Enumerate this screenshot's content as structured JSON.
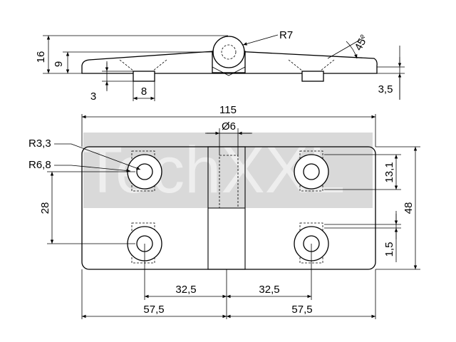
{
  "drawing": {
    "watermark": "TechXXL",
    "side_view": {
      "height_total": "16",
      "height_body": "9",
      "countersink_depth": "3",
      "boss_width": "8",
      "knuckle_radius": "R7",
      "countersink_angle": "45°",
      "edge_thickness": "3,5"
    },
    "top_view": {
      "overall_length": "115",
      "pin_diameter": "Ø6",
      "hole_radius": "R3,3",
      "countersink_radius": "R6,8",
      "vertical_hole_spacing": "28",
      "hole_offset_top": "13,1",
      "overall_width": "48",
      "hole_offset_bottom": "1,5",
      "half_spacing_left": "32,5",
      "half_spacing_right": "32,5",
      "half_length_left": "57,5",
      "half_length_right": "57,5"
    },
    "colors": {
      "line": "#000000",
      "watermark_band": "#d9d9d9",
      "background": "#ffffff"
    }
  }
}
